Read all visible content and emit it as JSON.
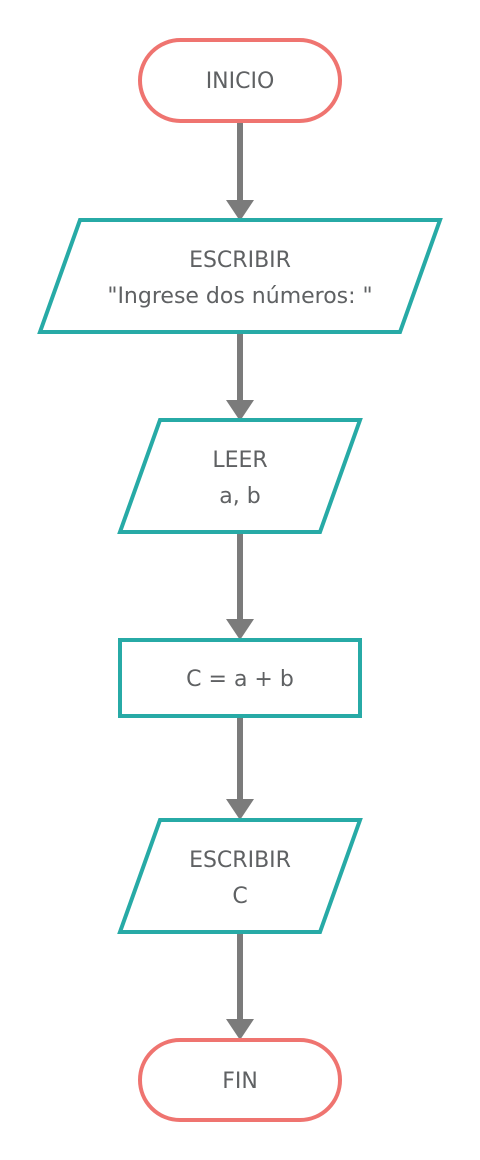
{
  "diagram": {
    "colors": {
      "terminal_border": "#ef7470",
      "io_border": "#27aaa6",
      "arrow": "#7b7b7b",
      "text": "#5f6163"
    },
    "start": {
      "label": "INICIO"
    },
    "prompt": {
      "line1": "ESCRIBIR",
      "line2": "\"Ingrese dos números: \""
    },
    "read": {
      "line1": "LEER",
      "line2": "a, b"
    },
    "process": {
      "label": "C = a + b"
    },
    "output": {
      "line1": "ESCRIBIR",
      "line2": "C"
    },
    "end": {
      "label": "FIN"
    }
  }
}
